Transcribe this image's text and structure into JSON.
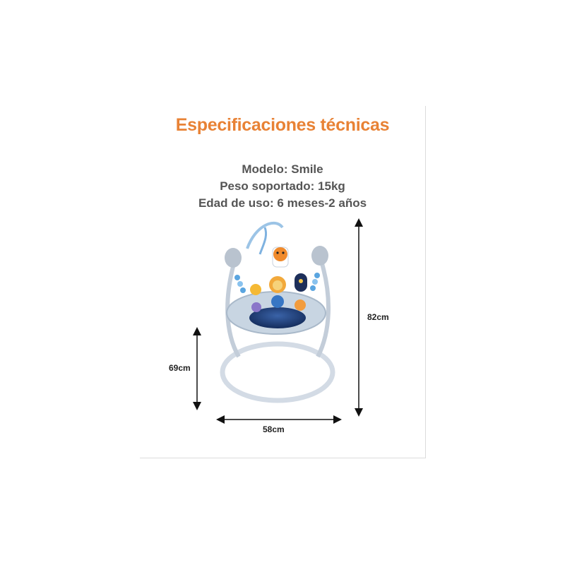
{
  "title": "Especificaciones técnicas",
  "specs": {
    "model": "Modelo: Smile",
    "weight": "Peso soportado: 15kg",
    "age": "Edad de uso:  6 meses-2 años"
  },
  "dimensions": {
    "height_total": "82cm",
    "height_seat": "69cm",
    "width": "58cm"
  },
  "colors": {
    "title": "#e88235",
    "text": "#555555",
    "frame": "#c9d3de",
    "tray": "#b7c7d8",
    "seat": "#1f3f7a"
  }
}
